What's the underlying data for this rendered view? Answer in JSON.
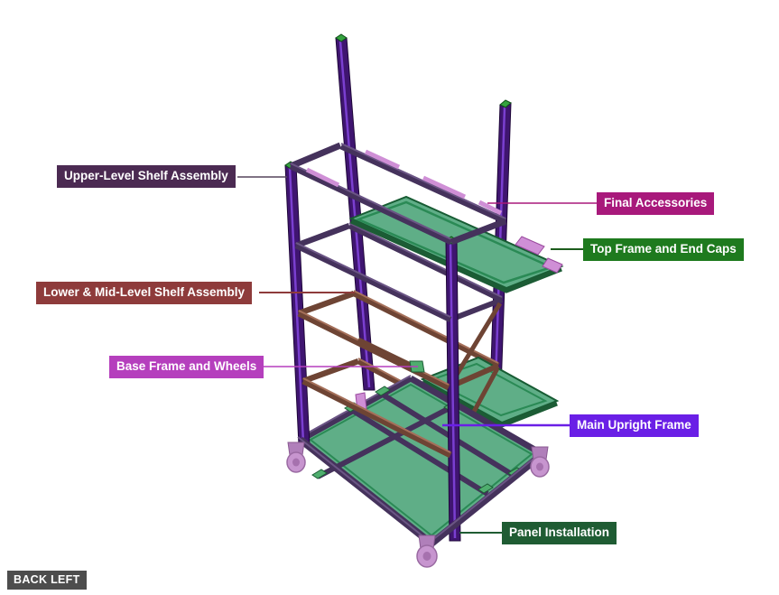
{
  "view_label": {
    "text": "BACK LEFT",
    "color": "#4d4d4d",
    "text_color": "#ffffff"
  },
  "callouts": [
    {
      "id": "upper-level-shelf-assembly",
      "text": "Upper-Level Shelf Assembly",
      "color": "#4b2a52",
      "leader_color": "#55455c"
    },
    {
      "id": "final-accessories",
      "text": "Final Accessories",
      "color": "#a8197b",
      "leader_color": "#a8197b"
    },
    {
      "id": "top-frame-and-end-caps",
      "text": "Top Frame and End Caps",
      "color": "#1e7a1e",
      "leader_color": "#1d5c1d"
    },
    {
      "id": "lower-mid-level-shelf-assembly",
      "text": "Lower & Mid-Level Shelf Assembly",
      "color": "#8e3b3b",
      "leader_color": "#8e3b3b"
    },
    {
      "id": "base-frame-and-wheels",
      "text": "Base Frame and Wheels",
      "color": "#b53fbd",
      "leader_color": "#b53fbd"
    },
    {
      "id": "main-upright-frame",
      "text": "Main Upright Frame",
      "color": "#6a1fe6",
      "leader_color": "#6a1fe6"
    },
    {
      "id": "panel-installation",
      "text": "Panel Installation",
      "color": "#1f5c33",
      "leader_color": "#1f5c33"
    }
  ],
  "model": {
    "subject": "Mobile shelf rack assembly (aluminum extrusion frame)",
    "colors": {
      "upright_extrusion": "#3f1570",
      "frame_rail_purple": "#45325c",
      "rail_brown": "#6e4434",
      "shelf_panel_green": "#5fae87",
      "panel_border_green": "#175c33",
      "end_cap_green": "#35a23f",
      "accessory_pink": "#cf8fd6",
      "caster_wheel_pink": "#c795cf"
    }
  }
}
